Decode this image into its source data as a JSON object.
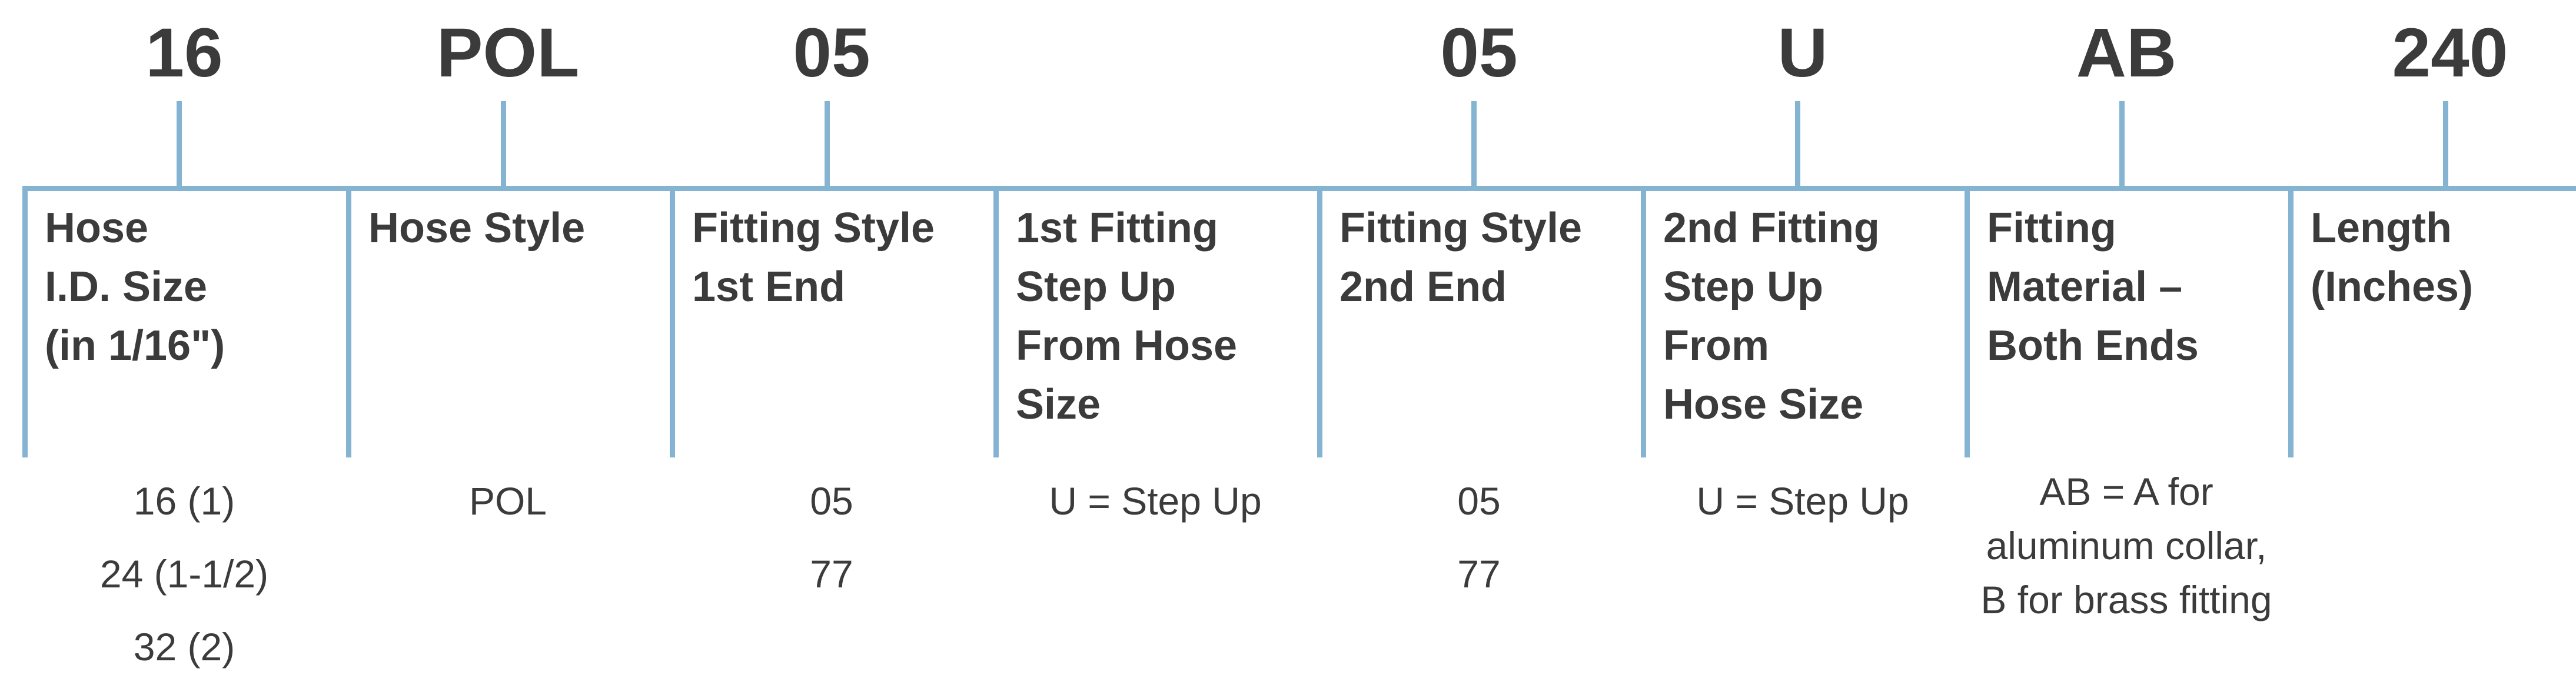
{
  "columns": [
    {
      "code": "16",
      "label": [
        "Hose",
        "I.D. Size",
        "(in 1/16\")"
      ],
      "values": [
        "16 (1)",
        "24 (1-1/2)",
        "32 (2)"
      ]
    },
    {
      "code": "POL",
      "label": [
        "Hose Style"
      ],
      "values": [
        "POL"
      ]
    },
    {
      "code": "05",
      "label": [
        "Fitting Style",
        "1st End"
      ],
      "values": [
        "05",
        "77"
      ]
    },
    {
      "code": "",
      "label": [
        "1st Fitting",
        "Step Up",
        "From Hose",
        "Size"
      ],
      "values": [
        "U = Step Up"
      ]
    },
    {
      "code": "05",
      "label": [
        "Fitting Style",
        "2nd End"
      ],
      "values": [
        "05",
        "77"
      ]
    },
    {
      "code": "U",
      "label": [
        "2nd Fitting",
        "Step Up",
        "From",
        "Hose Size"
      ],
      "values": [
        "U = Step Up"
      ]
    },
    {
      "code": "AB",
      "label": [
        "Fitting",
        "Material –",
        "Both Ends"
      ],
      "values": [
        "AB = A for",
        "aluminum collar,",
        "B for brass fitting"
      ]
    },
    {
      "code": "240",
      "label": [
        "Length",
        "(Inches)"
      ],
      "values": []
    }
  ]
}
